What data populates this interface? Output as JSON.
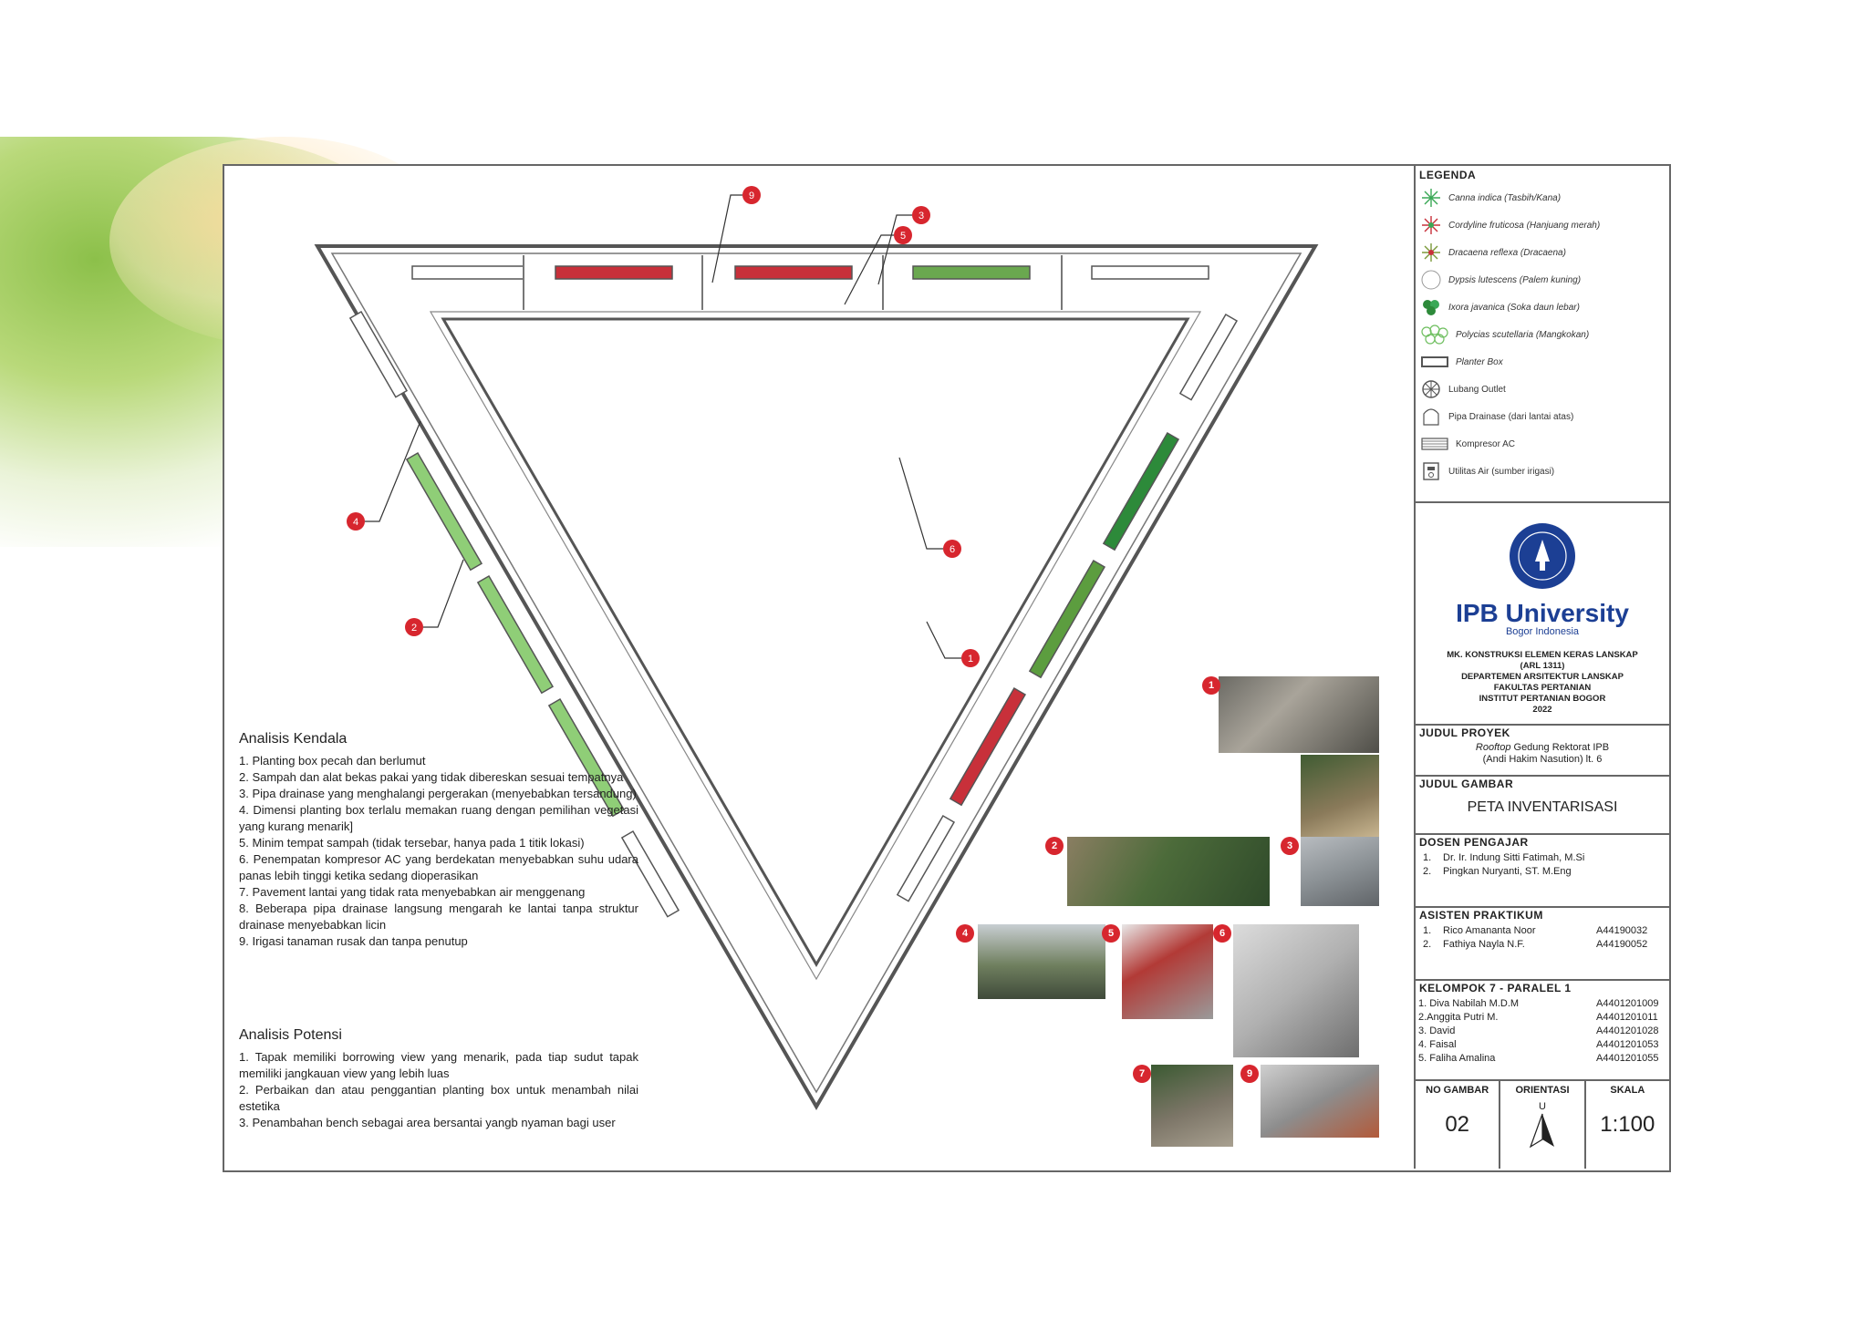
{
  "analisis_kendala": {
    "title": "Analisis Kendala",
    "items": [
      "1. Planting box pecah dan berlumut",
      "2. Sampah dan alat bekas pakai yang tidak dibereskan sesuai tempatnya",
      "3. Pipa drainase yang menghalangi pergerakan (menyebabkan tersandung)",
      "4. Dimensi planting box terlalu memakan ruang dengan pemilihan vegetasi yang kurang menarik]",
      "5. Minim tempat sampah (tidak tersebar, hanya pada 1 titik lokasi)",
      "6. Penempatan kompresor AC yang berdekatan menyebabkan suhu udara panas lebih tinggi ketika sedang dioperasikan",
      "7. Pavement lantai yang tidak rata menyebabkan air menggenang",
      "8. Beberapa pipa drainase langsung mengarah ke lantai tanpa struktur drainase menyebabkan licin",
      "9. Irigasi tanaman rusak dan tanpa penutup"
    ]
  },
  "analisis_potensi": {
    "title": "Analisis Potensi",
    "items": [
      "1. Tapak memiliki borrowing view yang menarik, pada tiap sudut tapak memiliki jangkauan view yang lebih luas",
      "2. Perbaikan dan atau penggantian planting box untuk menambah nilai estetika",
      "3. Penambahan bench sebagai area bersantai yangb nyaman bagi user"
    ]
  },
  "legend": {
    "title": "LEGENDA",
    "items": [
      {
        "label": "Canna indica (Tasbih/Kana)",
        "icon": "canna-icon",
        "color": "#3aa856"
      },
      {
        "label": "Cordyline fruticosa (Hanjuang merah)",
        "icon": "cordyline-icon",
        "color": "#c8303a"
      },
      {
        "label": "Dracaena reflexa (Dracaena)",
        "icon": "dracaena-icon",
        "color": "#7a9a3a"
      },
      {
        "label": "Dypsis lutescens (Palem kuning)",
        "icon": "palm-icon",
        "color": "#999999"
      },
      {
        "label": "Ixora javanica (Soka daun lebar)",
        "icon": "ixora-icon",
        "color": "#2d8a3a"
      },
      {
        "label": "Polycias scutellaria (Mangkokan)",
        "icon": "polyscias-icon",
        "color": "#6fbf60"
      },
      {
        "label": "Planter Box",
        "icon": "planter-box-icon",
        "color": "#555555"
      },
      {
        "label": "Lubang Outlet",
        "icon": "outlet-icon",
        "color": "#555555"
      },
      {
        "label": "Pipa Drainase (dari lantai atas)",
        "icon": "drain-pipe-icon",
        "color": "#555555"
      },
      {
        "label": "Kompresor AC",
        "icon": "ac-compressor-icon",
        "color": "#555555"
      },
      {
        "label": "Utilitas Air (sumber irigasi)",
        "icon": "water-utility-icon",
        "color": "#555555"
      }
    ]
  },
  "university": {
    "name": "IPB University",
    "sub": "Bogor Indonesia",
    "course_lines": [
      "MK. KONSTRUKSI ELEMEN KERAS LANSKAP",
      "(ARL 1311)",
      "DEPARTEMEN ARSITEKTUR LANSKAP",
      "FAKULTAS PERTANIAN",
      "INSTITUT PERTANIAN BOGOR",
      "2022"
    ]
  },
  "judul_proyek": {
    "title": "JUDUL PROYEK",
    "line1_italic": "Rooftop",
    "line1_rest": " Gedung Rektorat IPB",
    "line2": "(Andi Hakim Nasution) lt. 6"
  },
  "judul_gambar": {
    "title": "JUDUL GAMBAR",
    "value": "PETA INVENTARISASI"
  },
  "dosen": {
    "title": "DOSEN PENGAJAR",
    "people": [
      {
        "n": "1.",
        "name": "Dr. Ir. Indung Sitti Fatimah, M.Si"
      },
      {
        "n": "2.",
        "name": "Pingkan Nuryanti, ST. M.Eng"
      }
    ]
  },
  "asisten": {
    "title": "ASISTEN PRAKTIKUM",
    "people": [
      {
        "n": "1.",
        "name": "Rico Amananta Noor",
        "id": "A44190032"
      },
      {
        "n": "2.",
        "name": "Fathiya Nayla N.F.",
        "id": "A44190052"
      }
    ]
  },
  "kelompok": {
    "title": "KELOMPOK 7 - PARALEL 1",
    "people": [
      {
        "name": "1. Diva Nabilah M.D.M",
        "id": "A4401201009"
      },
      {
        "name": "2.Anggita Putri M.",
        "id": "A4401201011"
      },
      {
        "name": "3. David",
        "id": "A4401201028"
      },
      {
        "name": "4. Faisal",
        "id": "A4401201053"
      },
      {
        "name": "5. Faliha Amalina",
        "id": "A4401201055"
      }
    ]
  },
  "info": {
    "no_gambar_label": "NO GAMBAR",
    "no_gambar": "02",
    "orientasi_label": "ORIENTASI",
    "north": "U",
    "skala_label": "SKALA",
    "skala": "1:100"
  },
  "callouts": [
    "1",
    "2",
    "3",
    "4",
    "5",
    "6",
    "9"
  ],
  "photo_badges": [
    "1",
    "2",
    "3",
    "4",
    "5",
    "6",
    "7",
    "9"
  ],
  "colors": {
    "marker": "#d7262e",
    "wall": "#555555",
    "panel_border": "#666666"
  }
}
